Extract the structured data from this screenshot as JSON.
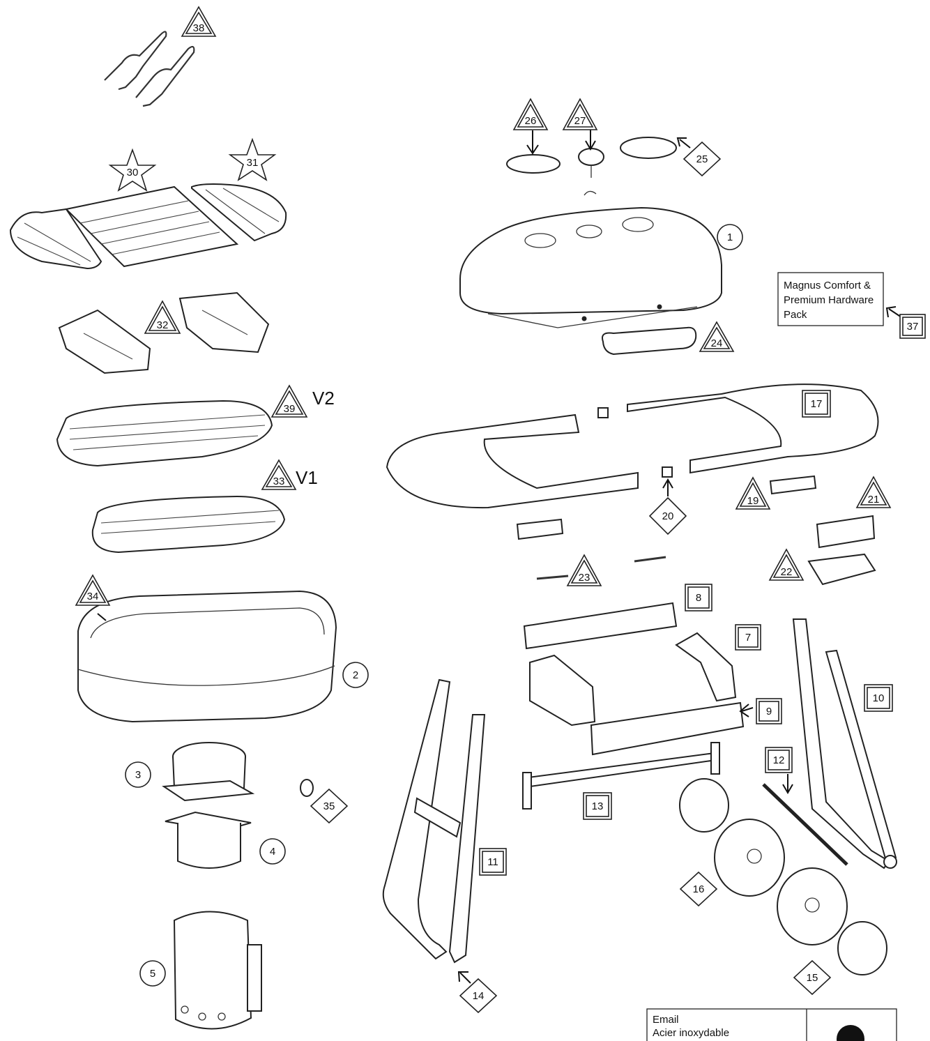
{
  "hardware_pack": {
    "line1": "Magnus Comfort &",
    "line2": "Premium Hardware",
    "line3": "Pack"
  },
  "legend": {
    "line1": "Email",
    "line2": "Acier inoxydable"
  },
  "variants": {
    "v2": "V2",
    "v1": "V1"
  },
  "callouts": [
    {
      "id": "c1",
      "label": "1",
      "shape": "circle"
    },
    {
      "id": "c2",
      "label": "2",
      "shape": "circle"
    },
    {
      "id": "c3",
      "label": "3",
      "shape": "circle"
    },
    {
      "id": "c4",
      "label": "4",
      "shape": "circle"
    },
    {
      "id": "c5",
      "label": "5",
      "shape": "circle"
    },
    {
      "id": "c7",
      "label": "7",
      "shape": "square"
    },
    {
      "id": "c8",
      "label": "8",
      "shape": "square"
    },
    {
      "id": "c9",
      "label": "9",
      "shape": "square"
    },
    {
      "id": "c10",
      "label": "10",
      "shape": "square"
    },
    {
      "id": "c11",
      "label": "11",
      "shape": "square"
    },
    {
      "id": "c12",
      "label": "12",
      "shape": "square"
    },
    {
      "id": "c13",
      "label": "13",
      "shape": "square"
    },
    {
      "id": "c14",
      "label": "14",
      "shape": "diamond"
    },
    {
      "id": "c15",
      "label": "15",
      "shape": "diamond"
    },
    {
      "id": "c16",
      "label": "16",
      "shape": "diamond"
    },
    {
      "id": "c17",
      "label": "17",
      "shape": "square"
    },
    {
      "id": "c19",
      "label": "19",
      "shape": "triangle"
    },
    {
      "id": "c20",
      "label": "20",
      "shape": "diamond"
    },
    {
      "id": "c21",
      "label": "21",
      "shape": "triangle"
    },
    {
      "id": "c22",
      "label": "22",
      "shape": "triangle"
    },
    {
      "id": "c23",
      "label": "23",
      "shape": "triangle"
    },
    {
      "id": "c24",
      "label": "24",
      "shape": "triangle"
    },
    {
      "id": "c25",
      "label": "25",
      "shape": "triangle"
    },
    {
      "id": "c26",
      "label": "26",
      "shape": "diamond"
    },
    {
      "id": "c27",
      "label": "27",
      "shape": "triangle"
    },
    {
      "id": "c30",
      "label": "30",
      "shape": "star"
    },
    {
      "id": "c31",
      "label": "31",
      "shape": "star"
    },
    {
      "id": "c32",
      "label": "32",
      "shape": "triangle"
    },
    {
      "id": "c33",
      "label": "33",
      "shape": "triangle"
    },
    {
      "id": "c34",
      "label": "34",
      "shape": "triangle"
    },
    {
      "id": "c35",
      "label": "35",
      "shape": "diamond"
    },
    {
      "id": "c37",
      "label": "37",
      "shape": "square"
    },
    {
      "id": "c38",
      "label": "38",
      "shape": "triangle"
    },
    {
      "id": "c39",
      "label": "39",
      "shape": "triangle"
    }
  ]
}
